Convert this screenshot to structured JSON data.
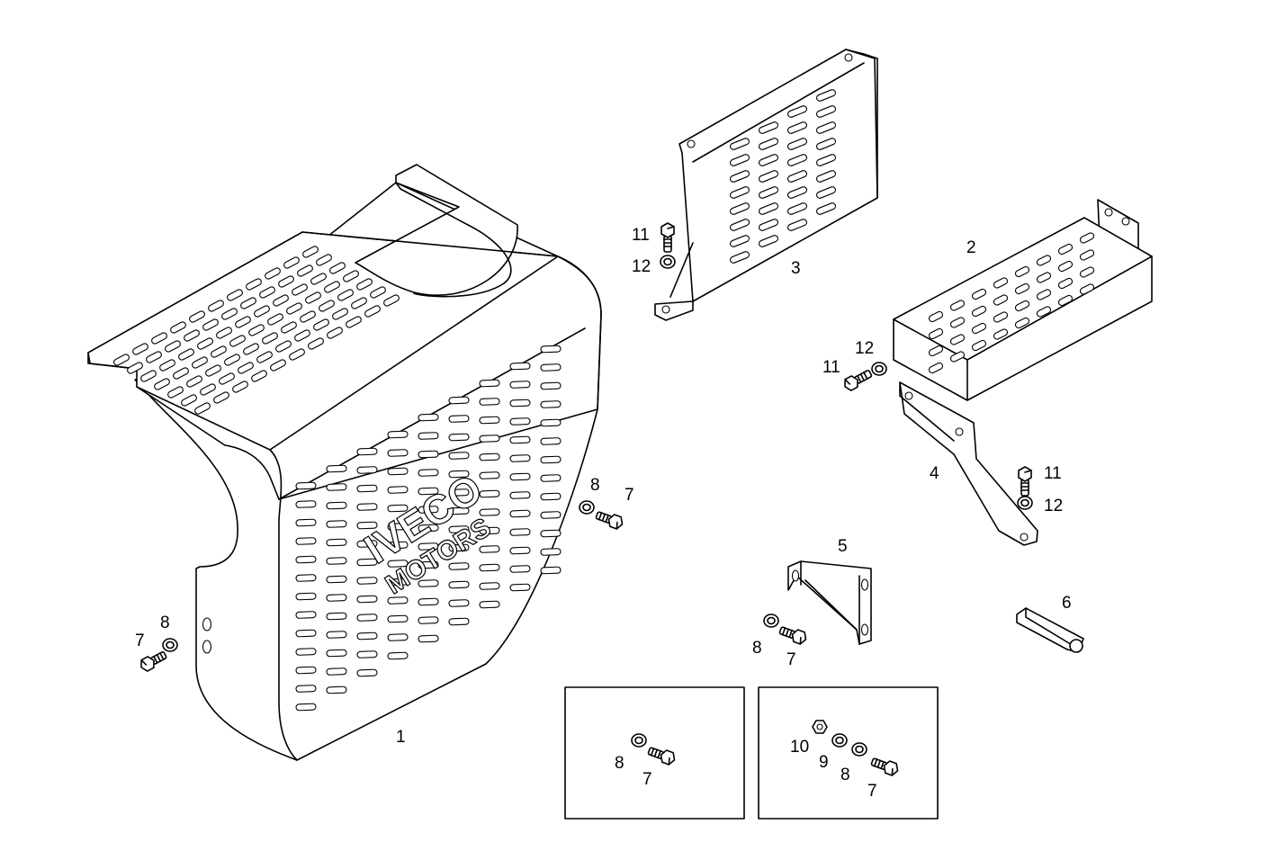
{
  "diagram": {
    "logo": {
      "line1": "IVECO",
      "line2": "MOTORS"
    },
    "parts": [
      {
        "id": "p1",
        "label": "1"
      },
      {
        "id": "p2",
        "label": "2"
      },
      {
        "id": "p3",
        "label": "3"
      },
      {
        "id": "p4",
        "label": "4"
      },
      {
        "id": "p5",
        "label": "5"
      },
      {
        "id": "p6",
        "label": "6"
      },
      {
        "id": "p7",
        "label": "7"
      },
      {
        "id": "p8",
        "label": "8"
      },
      {
        "id": "p9",
        "label": "9"
      },
      {
        "id": "p10",
        "label": "10"
      },
      {
        "id": "p11",
        "label": "11"
      },
      {
        "id": "p12",
        "label": "12"
      }
    ]
  }
}
